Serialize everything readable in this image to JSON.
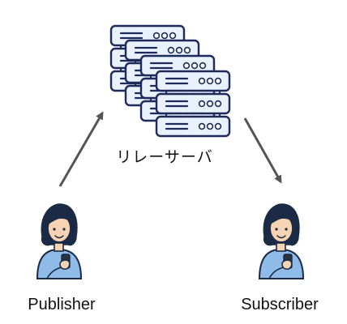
{
  "diagram": {
    "relay": {
      "label": "リレーサーバ"
    },
    "publisher": {
      "label": "Publisher"
    },
    "subscriber": {
      "label": "Subscriber"
    }
  },
  "colors": {
    "server_fill": "#e8f1fc",
    "server_stroke": "#1e2a5a",
    "server_accent": "#3d8fd9",
    "arrow": "#555555",
    "hair": "#1c2b45",
    "shirt": "#8ebbe8",
    "skin": "#f6d3b3",
    "phone": "#2b3240"
  },
  "icons": [
    "server-icon",
    "person-icon",
    "smartphone-icon",
    "arrow-icon"
  ]
}
